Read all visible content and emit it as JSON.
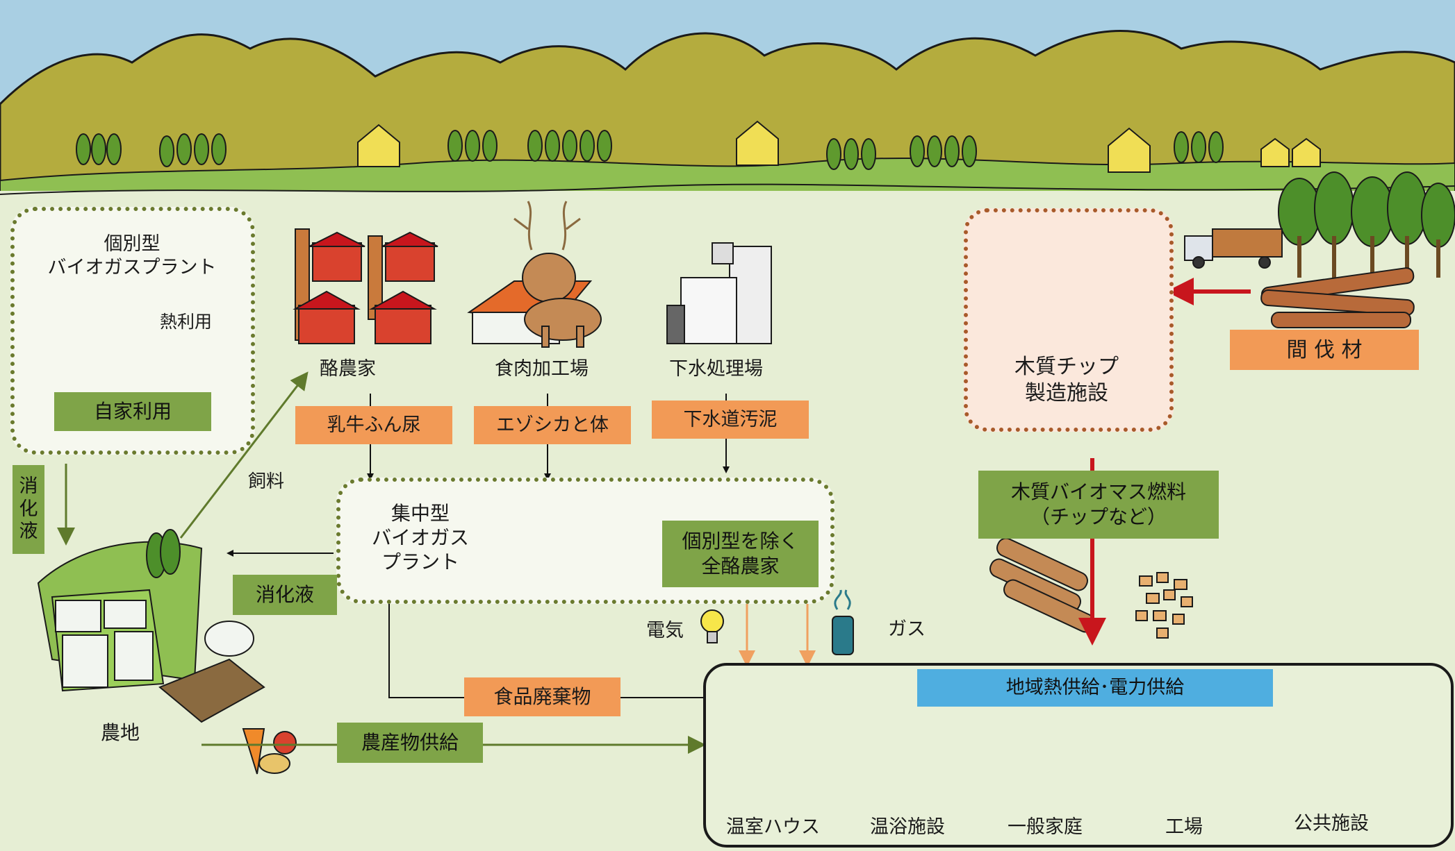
{
  "individual_plant": {
    "title": "個別型\nバイオガスプラント",
    "heat_use": "熱利用",
    "self_use": "自家利用"
  },
  "sources": {
    "dairy": "酪農家",
    "meat": "食肉加工場",
    "sewage": "下水処理場"
  },
  "materials": {
    "manure": "乳牛ふん尿",
    "deer": "エゾシカと体",
    "sludge": "下水道汚泥"
  },
  "central_plant": {
    "title": "集中型\nバイオガス\nプラント",
    "other_farms": "個別型を除く\n全酪農家"
  },
  "flows": {
    "digestate_left": "消\n化\n液",
    "feed": "飼料",
    "digestate_center": "消化液",
    "food_waste": "食品廃棄物",
    "produce_supply": "農産物供給",
    "electricity": "電気",
    "gas": "ガス"
  },
  "farmland": "農地",
  "wood": {
    "thinning": "間 伐 材",
    "chip_facility": "木質チップ\n製造施設",
    "fuel": "木質バイオマス燃料\n（チップなど）"
  },
  "supply": {
    "title": "地域熱供給･電力供給",
    "greenhouse": "温室ハウス",
    "bath": "温浴施設",
    "home": "一般家庭",
    "factory": "工場",
    "public": "公共施設"
  },
  "colors": {
    "orange_label": "#f29a56",
    "green_label": "#7fa448",
    "blue_label": "#4faee0",
    "red_arrow": "#c8161d",
    "green_arrow": "#5f7a2c"
  }
}
